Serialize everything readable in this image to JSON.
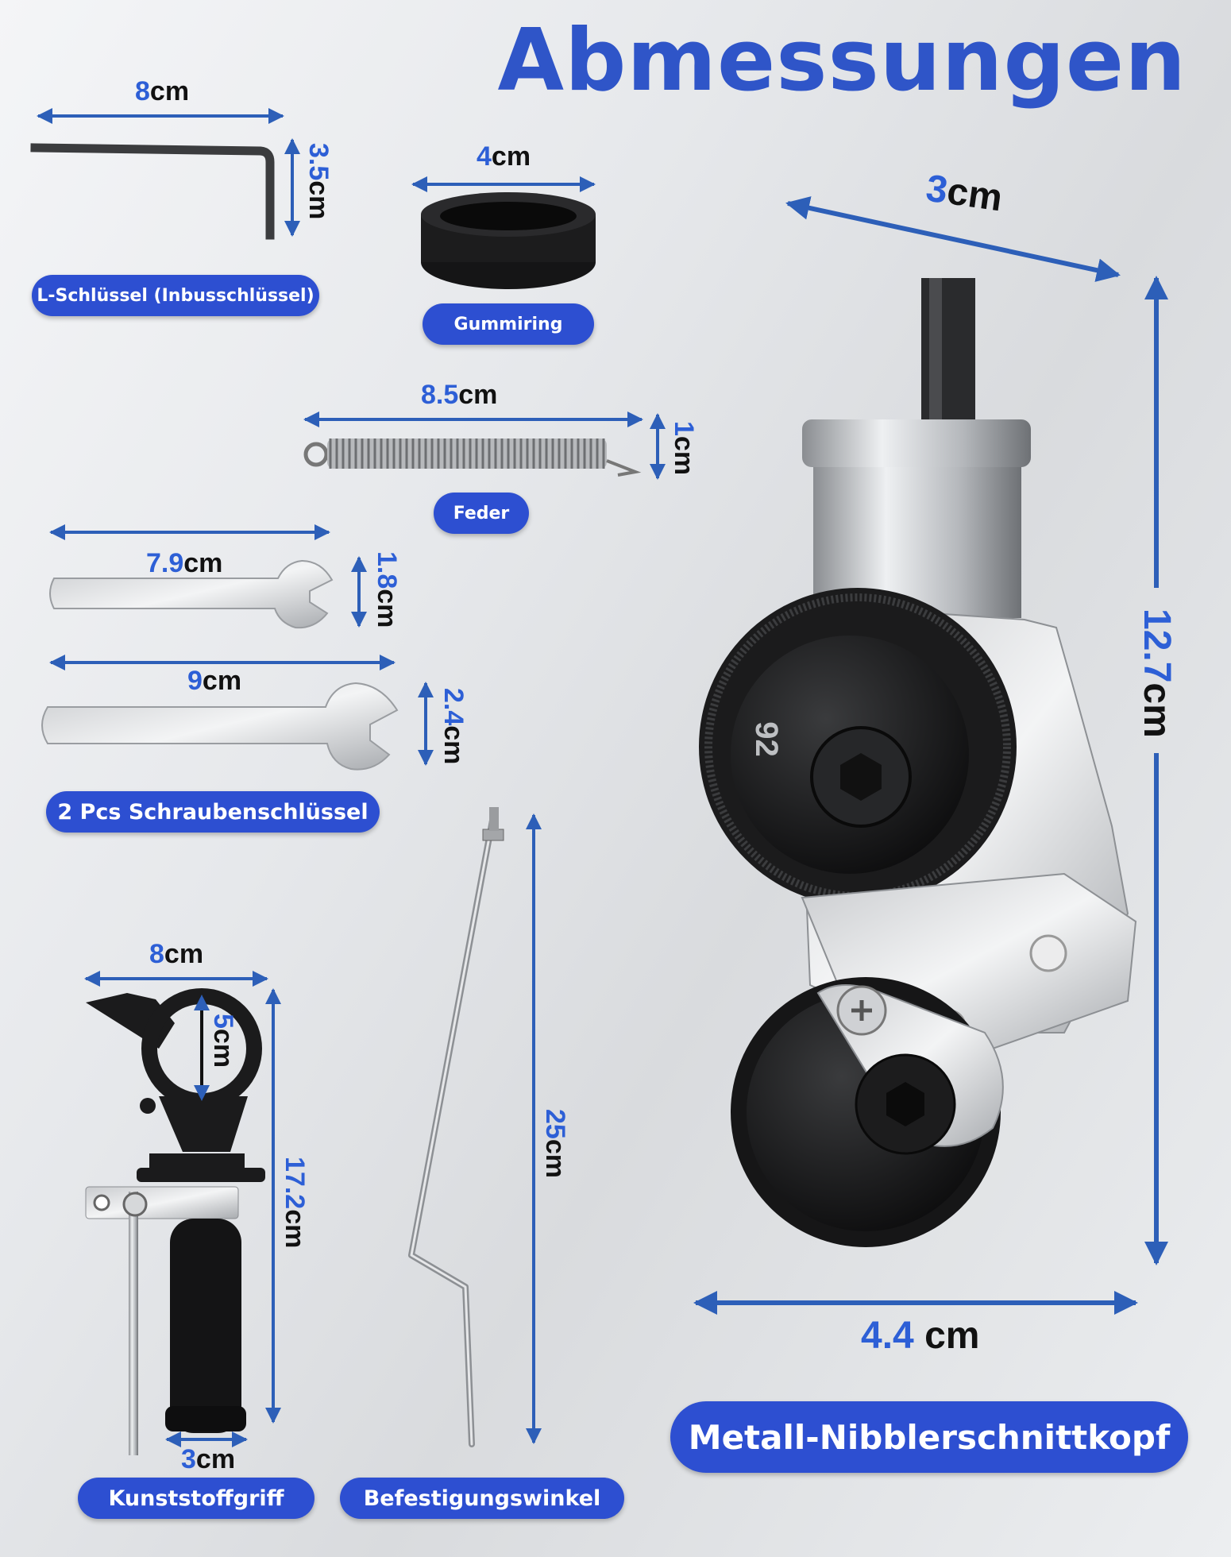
{
  "title": "Abmessungen",
  "labels": {
    "lkey": "L-Schlüssel (Inbusschlüssel)",
    "ring": "Gummiring",
    "spring": "Feder",
    "wrenches": "2 Pcs Schraubenschlüssel",
    "grip": "Kunststoffgriff",
    "bracket": "Befestigungswinkel",
    "head": "Metall-Nibblerschnittkopf"
  },
  "dims": {
    "lkey_w_num": "8",
    "lkey_w_unit": "cm",
    "lkey_h_num": "3.5",
    "lkey_h_unit": "cm",
    "ring_w_num": "4",
    "ring_w_unit": "cm",
    "spring_w_num": "8.5",
    "spring_w_unit": "cm",
    "spring_h_num": "1",
    "spring_h_unit": "cm",
    "w1_w_num": "7.9",
    "w1_w_unit": "cm",
    "w1_h_num": "1.8",
    "w1_h_unit": "cm",
    "w2_w_num": "9",
    "w2_w_unit": "cm",
    "w2_h_num": "2.4",
    "w2_h_unit": "cm",
    "grip_w_num": "8",
    "grip_w_unit": "cm",
    "grip_ring_num": "5",
    "grip_ring_unit": "cm",
    "grip_h_num": "17.2",
    "grip_h_unit": "cm",
    "grip_d_num": "3",
    "grip_d_unit": "cm",
    "bracket_h_num": "25",
    "bracket_h_unit": "cm",
    "head_top_num": "3",
    "head_top_unit": "cm",
    "head_h_num": "12.7",
    "head_h_unit": "cm",
    "head_w_num": "4.4",
    "head_w_unit": " cm"
  },
  "marking": "92",
  "colors": {
    "accent": "#2d4fd1",
    "arrow": "#2d5fb8",
    "number": "#2d5fd6"
  }
}
